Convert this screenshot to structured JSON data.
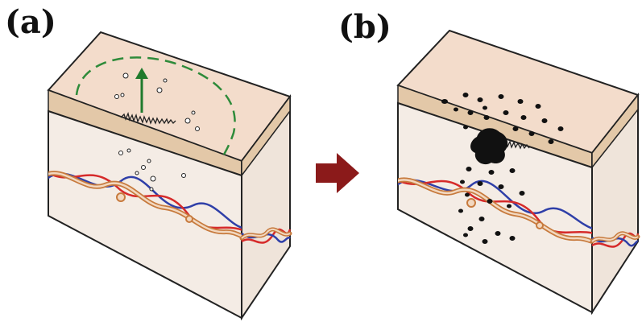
{
  "labels": {
    "a": "(a)",
    "b": "(b)"
  },
  "colors": {
    "top_face": "#f3dccb",
    "epidermis": "#e3c8a8",
    "side_face": "#f4ece5",
    "outline": "#222222",
    "dashed_boundary": "#2e8b3a",
    "arrow_green": "#1f7a2c",
    "arrow_transition": "#8b1a1a",
    "vessel_red": "#d62a2a",
    "vessel_blue": "#2f3fa8",
    "vessel_lymph": "#c77a3d",
    "particles": "#111111"
  },
  "panels": [
    {
      "id": "a",
      "name": "intact-skin-block",
      "contents": [
        "dashed-boundary",
        "upward-arrow",
        "scratch-mark",
        "particles-white",
        "blood-vessels"
      ]
    },
    {
      "id": "b",
      "name": "damaged-skin-block",
      "contents": [
        "black-particles",
        "lesion-blot",
        "scratch-mark",
        "blood-vessels"
      ]
    }
  ],
  "transition_arrow": "right-arrow-icon"
}
